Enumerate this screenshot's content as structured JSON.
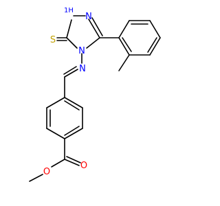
{
  "molecule": {
    "atoms": {
      "nh": "1H",
      "n_top": "N",
      "n_right": "N",
      "n_ring": "N",
      "s": "S",
      "n_imine": "N",
      "o_carbonyl": "O",
      "o_ester": "O"
    },
    "colors": {
      "bond": "#000000",
      "nitrogen": "#0000ff",
      "sulfur": "#c0a000",
      "oxygen": "#ff0000"
    }
  }
}
